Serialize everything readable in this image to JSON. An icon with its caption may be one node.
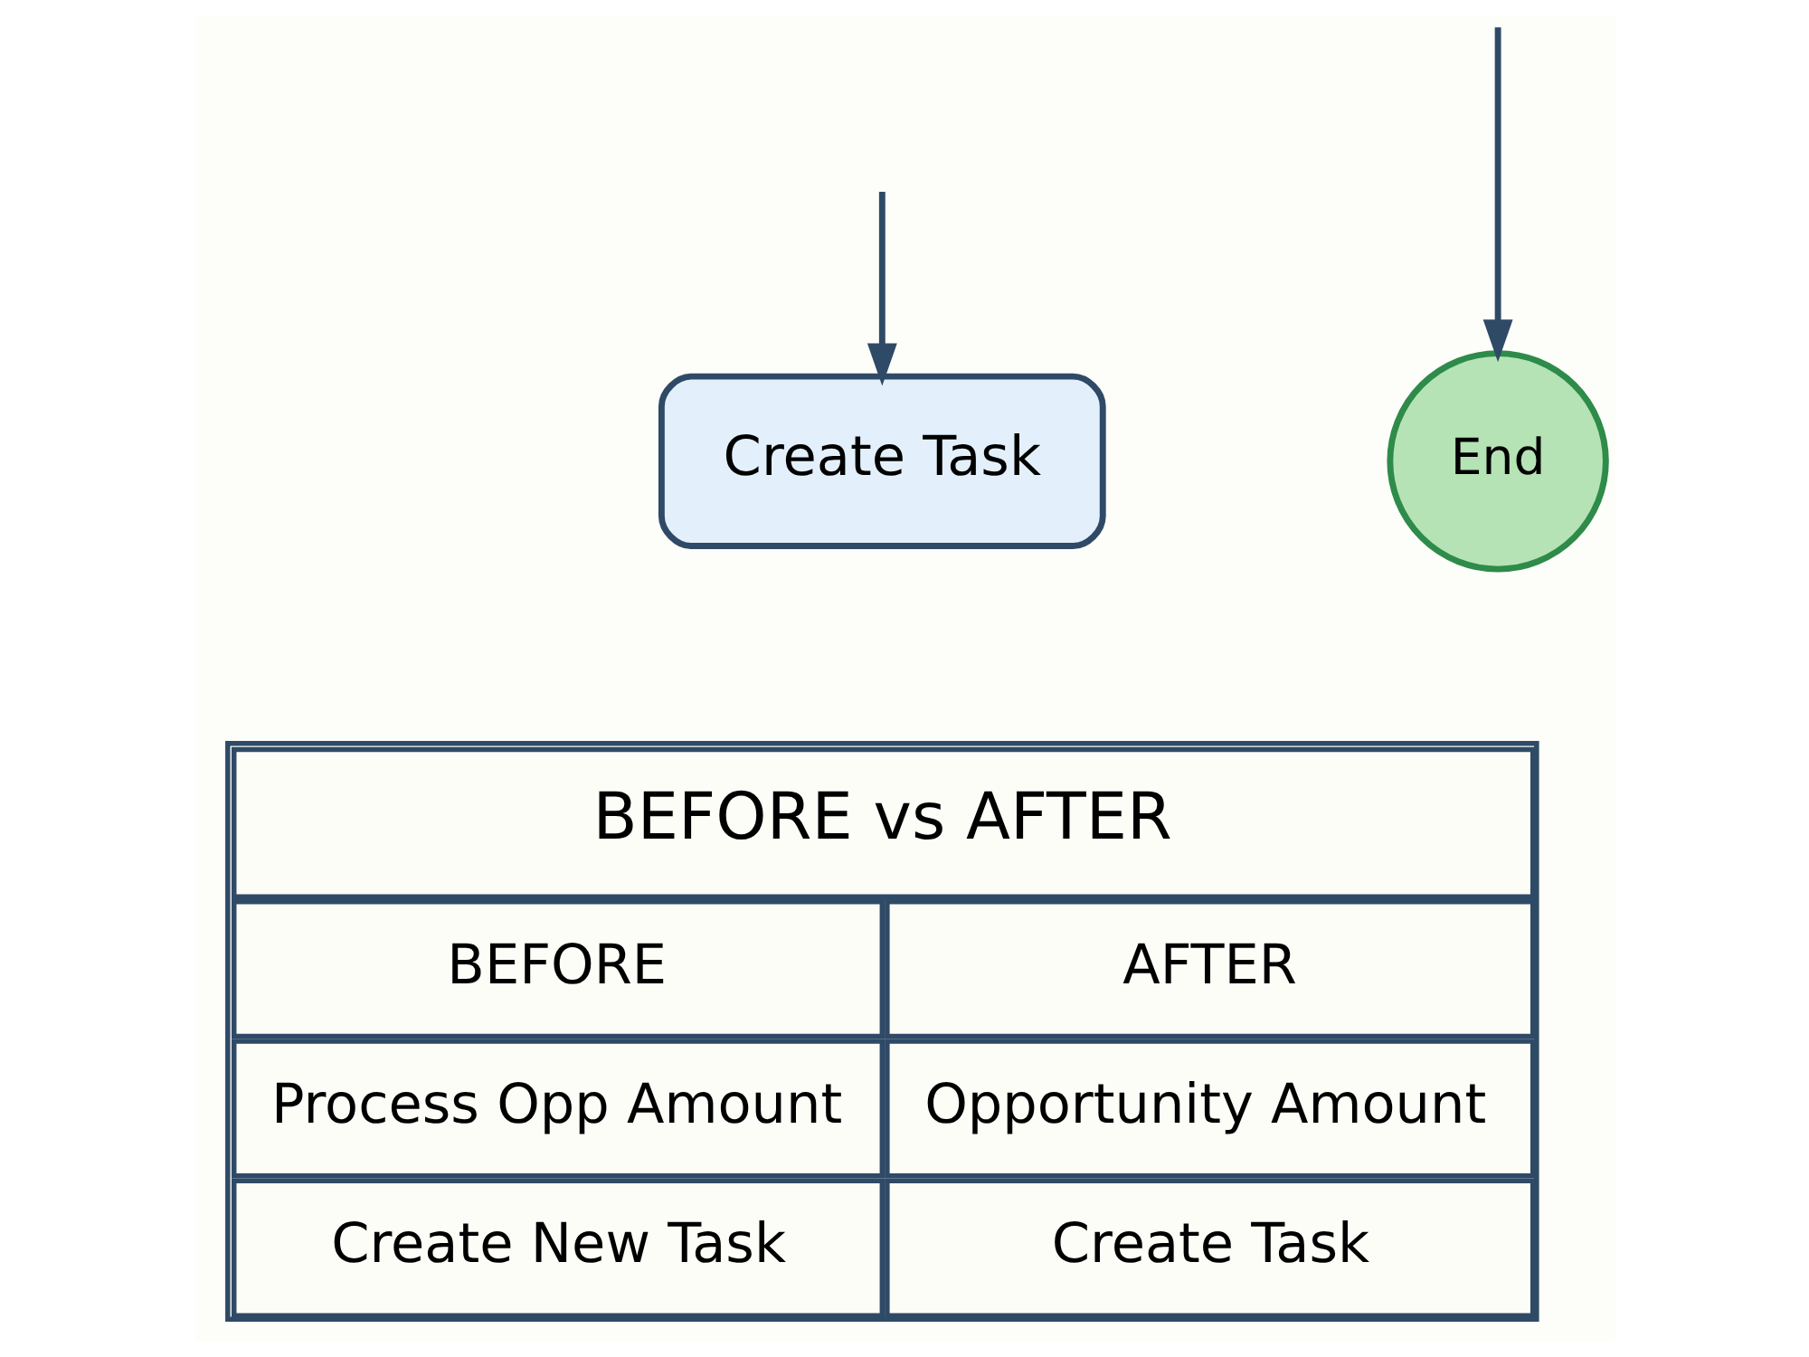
{
  "diagram": {
    "nodes": [
      {
        "text": [
          "Create Task"
        ]
      },
      {
        "text": [
          "End"
        ]
      }
    ],
    "edges": [
      {
        "from": null,
        "to": 0,
        "arrow": "to"
      },
      {
        "from": null,
        "to": 1,
        "arrow": "to"
      }
    ],
    "labels": [
      "BEFORE vs AFTER",
      "BEFORE",
      "AFTER",
      "Process Opp Amount",
      "Opportunity Amount",
      "Create New Task",
      "Create Task"
    ]
  }
}
